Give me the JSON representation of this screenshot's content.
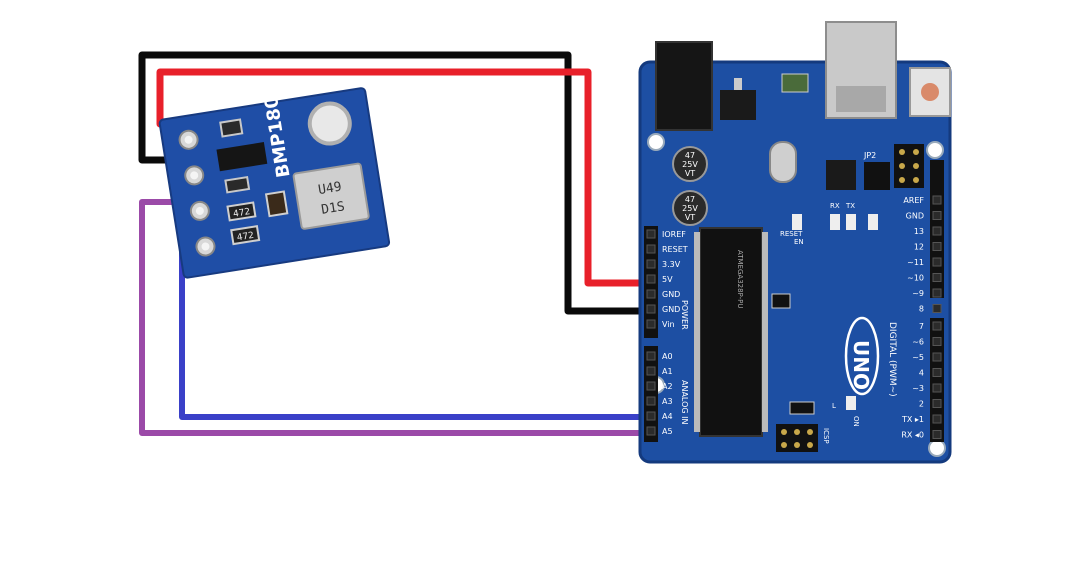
{
  "sensor": {
    "name": "BMP180",
    "resistor_a": "472",
    "resistor_b": "472",
    "chip_code_1": "U49",
    "chip_code_2": "D1S"
  },
  "arduino": {
    "power_header": {
      "pins": [
        "IOREF",
        "RESET",
        "3.3V",
        "5V",
        "GND",
        "GND",
        "Vin"
      ],
      "section_label": "POWER"
    },
    "analog_header": {
      "pins": [
        "A0",
        "A1",
        "A2",
        "A3",
        "A4",
        "A5"
      ],
      "section_label": "ANALOG IN"
    },
    "digital_header": {
      "top_pins": [
        "AREF",
        "GND",
        "13",
        "12",
        "~11",
        "~10",
        "~9",
        "8"
      ],
      "bottom_pins": [
        "7",
        "~6",
        "~5",
        "4",
        "~3",
        "2",
        "TX ▸1",
        "RX ◂0"
      ],
      "section_label": "DIGITAL (PWM~)"
    },
    "model_label": "UNO",
    "cap_labels": [
      "47",
      "25V",
      "VT"
    ],
    "reset_label": "RESET",
    "en_label": "EN",
    "jp2_label": "JP2",
    "tx_label": "TX",
    "rx_label": "RX",
    "l_label": "L",
    "on_label": "ON",
    "icsp_label": "ICSP",
    "chip_text": "ATMEGA328P-PU"
  },
  "colors": {
    "board_blue": "#1d4fa3",
    "sensor_blue": "#1f4ea6",
    "wire_red": "#e8202a",
    "wire_black": "#0a0a0a",
    "wire_blue": "#3a40c8",
    "wire_purple": "#9b4aa8"
  }
}
